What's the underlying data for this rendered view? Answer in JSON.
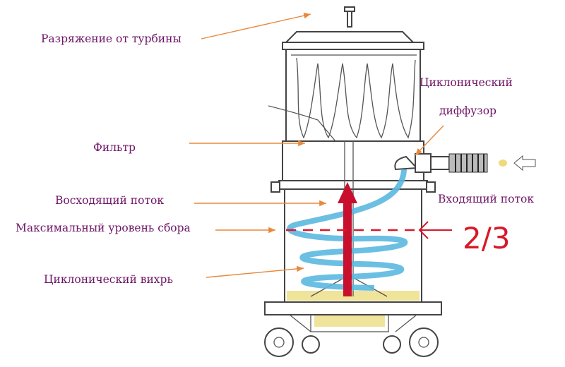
{
  "labels": {
    "turbine_vacuum": "Разряжение от турбины",
    "filter": "Фильтр",
    "cyclonic_diffuser_line1": "Циклонический",
    "cyclonic_diffuser_line2": "диффузор",
    "upward_flow": "Восходящий поток",
    "incoming_flow": "Входящий поток",
    "max_level": "Максимальный уровень сбора",
    "cyclonic_vortex": "Циклонический вихрь",
    "fill_fraction": "2/3"
  },
  "colors": {
    "label_text": "#6e1466",
    "pointer_arrows": "#e8883a",
    "airflow_vortex": "#5bb8e0",
    "upward_arrow": "#c8102e",
    "max_level_marker": "#d8182a"
  }
}
